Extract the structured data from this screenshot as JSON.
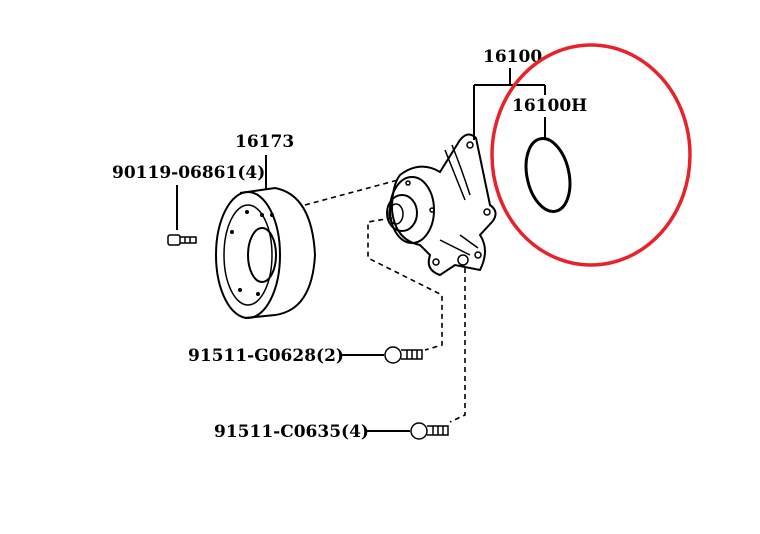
{
  "diagram": {
    "labels": {
      "water_pump": "16100",
      "gasket": "16100H",
      "pulley": "16173",
      "pulley_bolt": "90119-06861(4)",
      "bolt_g": "91511-G0628(2)",
      "bolt_c": "91511-C0635(4)"
    },
    "highlight_color": "#e8222a"
  }
}
